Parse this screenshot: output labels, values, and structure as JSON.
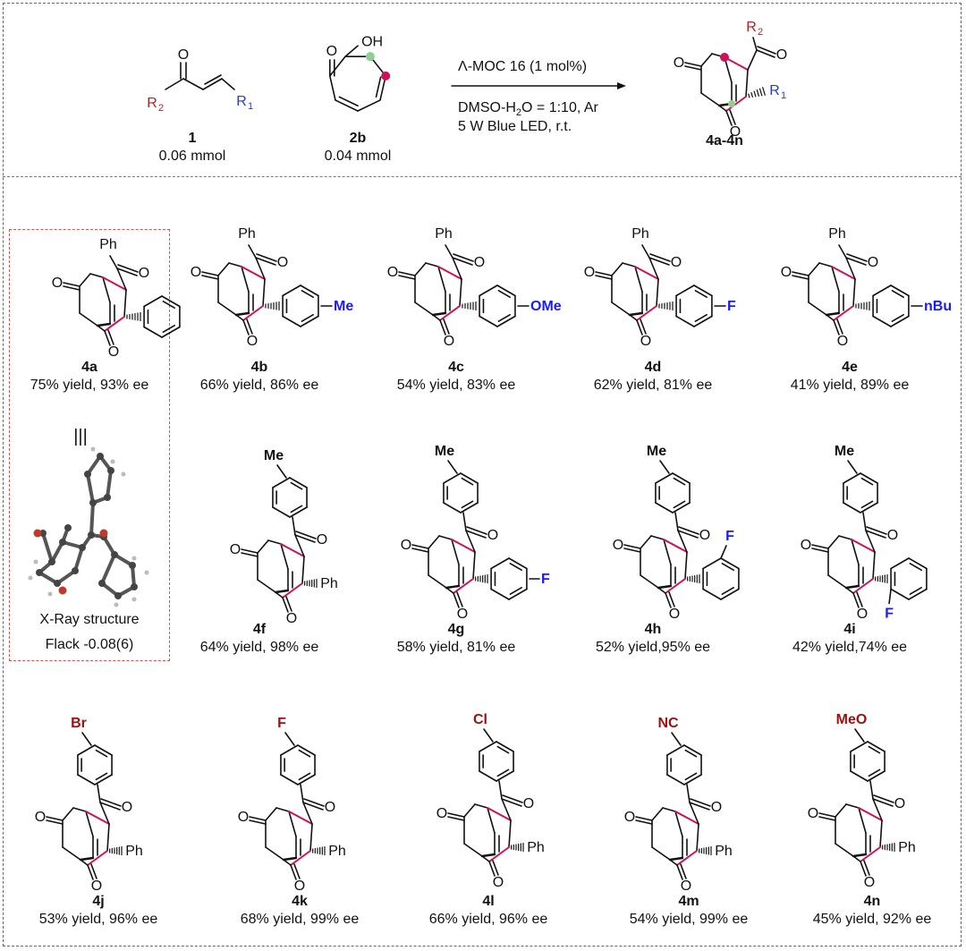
{
  "colors": {
    "bond": "#111111",
    "highlight_red": "#d0105a",
    "highlight_green": "#8fd08f",
    "r2": "#b22222",
    "r1": "#2a3bd1",
    "substituent_blue": "#1a1aff",
    "substituent_red": "#a01010",
    "frame": "#666666",
    "frame_red": "#d9534f"
  },
  "scheme": {
    "reactant1": {
      "id": "1",
      "amount": "0.06 mmol",
      "r2": "R",
      "r2_sub": "2",
      "r1": "R",
      "r1_sub": "1"
    },
    "reactant2": {
      "id": "2b",
      "amount": "0.04 mmol",
      "oh": "OH",
      "o": "O"
    },
    "conditions": {
      "line1": "Λ-MOC 16 (1 mol%)",
      "line2_a": "DMSO-H",
      "line2_sub": "2",
      "line2_b": "O = 1:10, Ar",
      "line3": "5 W Blue LED, r.t."
    },
    "product": {
      "id": "4a-4n",
      "r2": "R",
      "r2_sub": "2",
      "r1": "R",
      "r1_sub": "1"
    }
  },
  "compounds": [
    {
      "id": "4a",
      "result": "75% yield, 93% ee",
      "substituent": ""
    },
    {
      "id": "4b",
      "result": "66% yield, 86% ee",
      "substituent": "Me"
    },
    {
      "id": "4c",
      "result": "54% yield, 83% ee",
      "substituent": "OMe"
    },
    {
      "id": "4d",
      "result": "62% yield, 81% ee",
      "substituent": "F"
    },
    {
      "id": "4e",
      "result": "41% yield, 89% ee",
      "substituent_prefix": "n",
      "substituent": "Bu"
    },
    {
      "id": "4f",
      "result": "64% yield, 98% ee",
      "top": "Me",
      "side": "Ph"
    },
    {
      "id": "4g",
      "result": "58% yield, 81% ee",
      "top": "Me",
      "substituent": "F"
    },
    {
      "id": "4h",
      "result": "52% yield,95% ee",
      "top": "Me",
      "substituent": "F"
    },
    {
      "id": "4i",
      "result": "42% yield,74% ee",
      "top": "Me",
      "substituent": "F"
    },
    {
      "id": "4j",
      "result": "53% yield, 96% ee",
      "top": "Br",
      "side": "Ph"
    },
    {
      "id": "4k",
      "result": "68% yield, 99% ee",
      "top": "F",
      "side": "Ph"
    },
    {
      "id": "4l",
      "result": "66% yield, 96% ee",
      "top": "Cl",
      "side": "Ph"
    },
    {
      "id": "4m",
      "result": "54% yield, 99% ee",
      "top": "NC",
      "side": "Ph"
    },
    {
      "id": "4n",
      "result": "45% yield, 92% ee",
      "top": "MeO",
      "side": "Ph"
    }
  ],
  "xray": {
    "equiv": "|||",
    "caption": "X-Ray structure",
    "flack": "Flack   -0.08(6)"
  },
  "common": {
    "ketone_o": "O",
    "ph": "Ph"
  }
}
